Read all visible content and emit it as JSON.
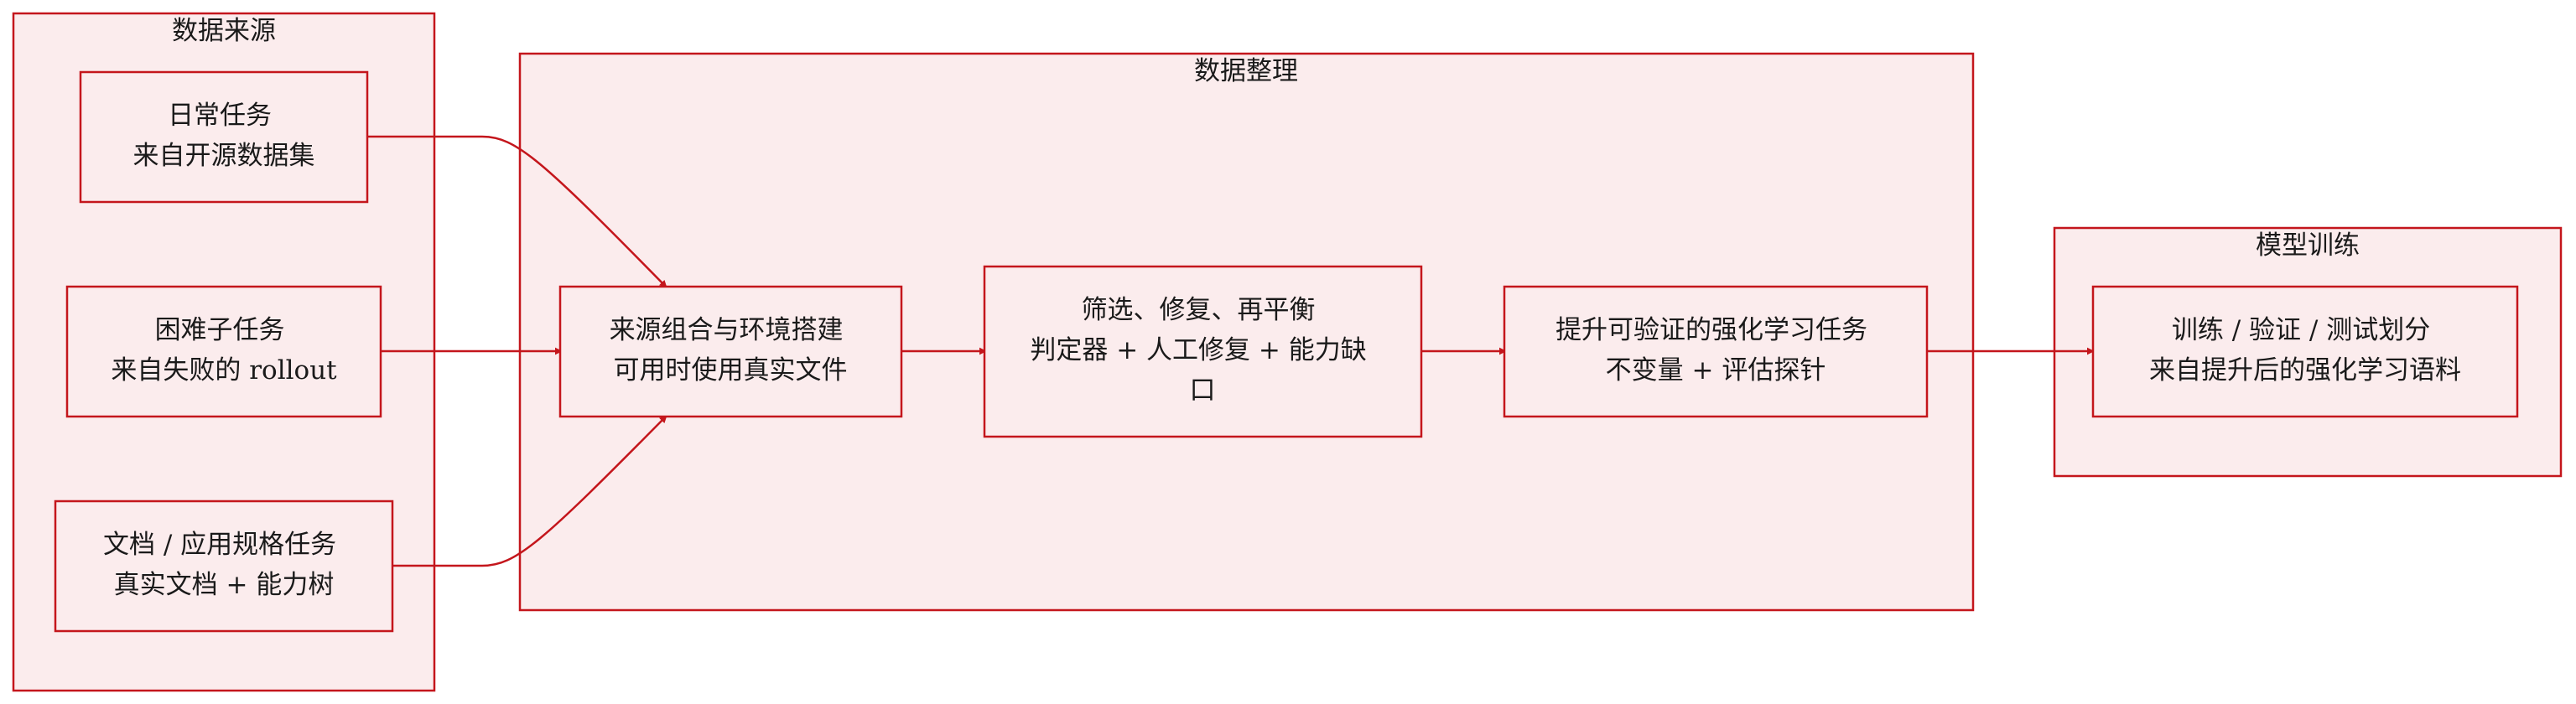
{
  "clusters": {
    "sources": {
      "label": "数据来源"
    },
    "processing": {
      "label": "数据整理"
    },
    "training": {
      "label": "模型训练"
    }
  },
  "nodes": {
    "daily_tasks": {
      "line1": "日常任务",
      "line2": "来自开源数据集"
    },
    "hard_subtasks": {
      "line1": "困难子任务",
      "line2": "来自失败的 rollout"
    },
    "doc_spec_tasks": {
      "line1": "文档 / 应用规格任务",
      "line2": "真实文档 + 能力树"
    },
    "source_env": {
      "line1": "来源组合与环境搭建",
      "line2": "可用时使用真实文件"
    },
    "filter_repair": {
      "line1": "筛选、修复、再平衡",
      "line2": "判定器 + 人工修复 + 能力缺",
      "line3": "口"
    },
    "verifiable_rl": {
      "line1": "提升可验证的强化学习任务",
      "line2": "不变量 + 评估探针"
    },
    "split": {
      "line1": "训练 / 验证 / 测试划分",
      "line2": "来自提升后的强化学习语料"
    }
  },
  "colors": {
    "stroke": "#c4161c",
    "fill": "#fbeced",
    "text": "#1a1a1a"
  }
}
